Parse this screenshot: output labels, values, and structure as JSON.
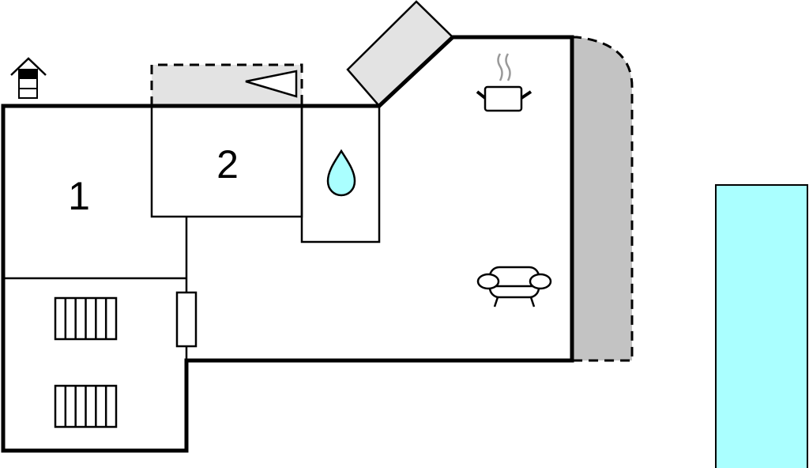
{
  "diagram": {
    "type": "floor-plan",
    "rooms": [
      {
        "id": "bedroom-1",
        "label": "1"
      },
      {
        "id": "bedroom-2",
        "label": "2"
      },
      {
        "id": "bathroom",
        "icon": "water-drop-icon"
      },
      {
        "id": "living-kitchen",
        "icons": [
          "cooking-pot-icon",
          "sofa-icon"
        ]
      },
      {
        "id": "lower-room",
        "icons": [
          "bed-icon",
          "bed-icon"
        ]
      }
    ],
    "features": [
      {
        "id": "entrance",
        "icon": "house-entrance-icon"
      },
      {
        "id": "covered-terrace",
        "icon": "direction-triangle-icon"
      },
      {
        "id": "stairs-block"
      },
      {
        "id": "outdoor-terrace"
      },
      {
        "id": "swimming-pool"
      }
    ],
    "colors": {
      "wall": "#000000",
      "terrace_light": "#e3e3e3",
      "terrace_dark": "#c3c3c3",
      "water": "#aaffff",
      "background": "#ffffff"
    }
  }
}
